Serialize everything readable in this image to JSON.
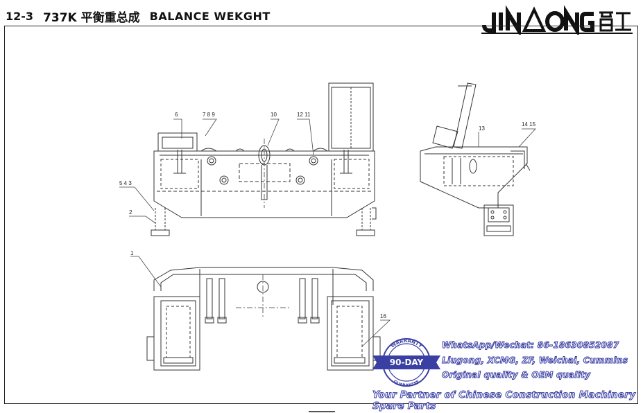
{
  "header": {
    "section_number": "12-3",
    "model_title": "737K 平衡重总成",
    "english_title": "BALANCE WEKGHT"
  },
  "logo": {
    "text": "JINGONG晋工",
    "color": "#111111"
  },
  "callouts": {
    "c6": "6",
    "c789": "7 8 9",
    "c10": "10",
    "c1211": "12 11",
    "c543": "5 4 3",
    "c2": "2",
    "c1": "1",
    "c13": "13",
    "c1415": "14 15",
    "c16": "16"
  },
  "watermark": {
    "contact": "WhatsApp/Wechat: 86-18630852087",
    "brands": "Liugong, XCMG, ZF, Weichai, Cummins",
    "quality": "Original quality & OEM quality",
    "tagline": "Your Partner of Chinese Construction Machinery Spare Parts",
    "badge_top": "WARRANTY",
    "badge_center": "90-DAY",
    "badge_bottom": "GUARANTEE",
    "color": "#3a3fa3"
  }
}
